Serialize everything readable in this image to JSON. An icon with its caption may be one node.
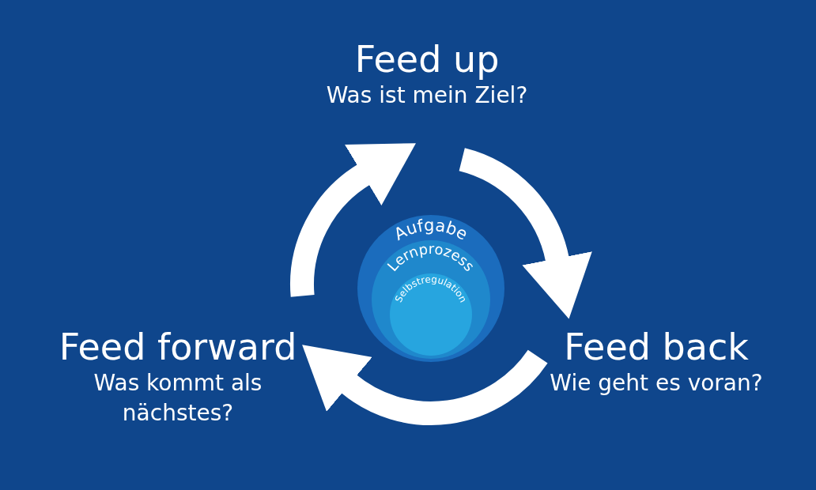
{
  "diagram": {
    "nodes": [
      {
        "text": [
          "Feed up",
          "Was ist mein Ziel?"
        ]
      },
      {
        "text": [
          "Feed back",
          "Wie geht es voran?"
        ]
      },
      {
        "text": [
          "Feed forward",
          "Was kommt als nächstes?"
        ]
      },
      {
        "text": [
          "Aufgabe"
        ]
      },
      {
        "text": [
          "Lernprozess"
        ],
        "in": 3
      },
      {
        "text": [
          "Selbstregulation"
        ],
        "in": 4
      }
    ],
    "edges": [
      {
        "from": 0,
        "to": 1,
        "arrow": "to"
      },
      {
        "from": 1,
        "to": 2,
        "arrow": "to"
      },
      {
        "from": 2,
        "to": 0,
        "arrow": "to"
      }
    ]
  }
}
